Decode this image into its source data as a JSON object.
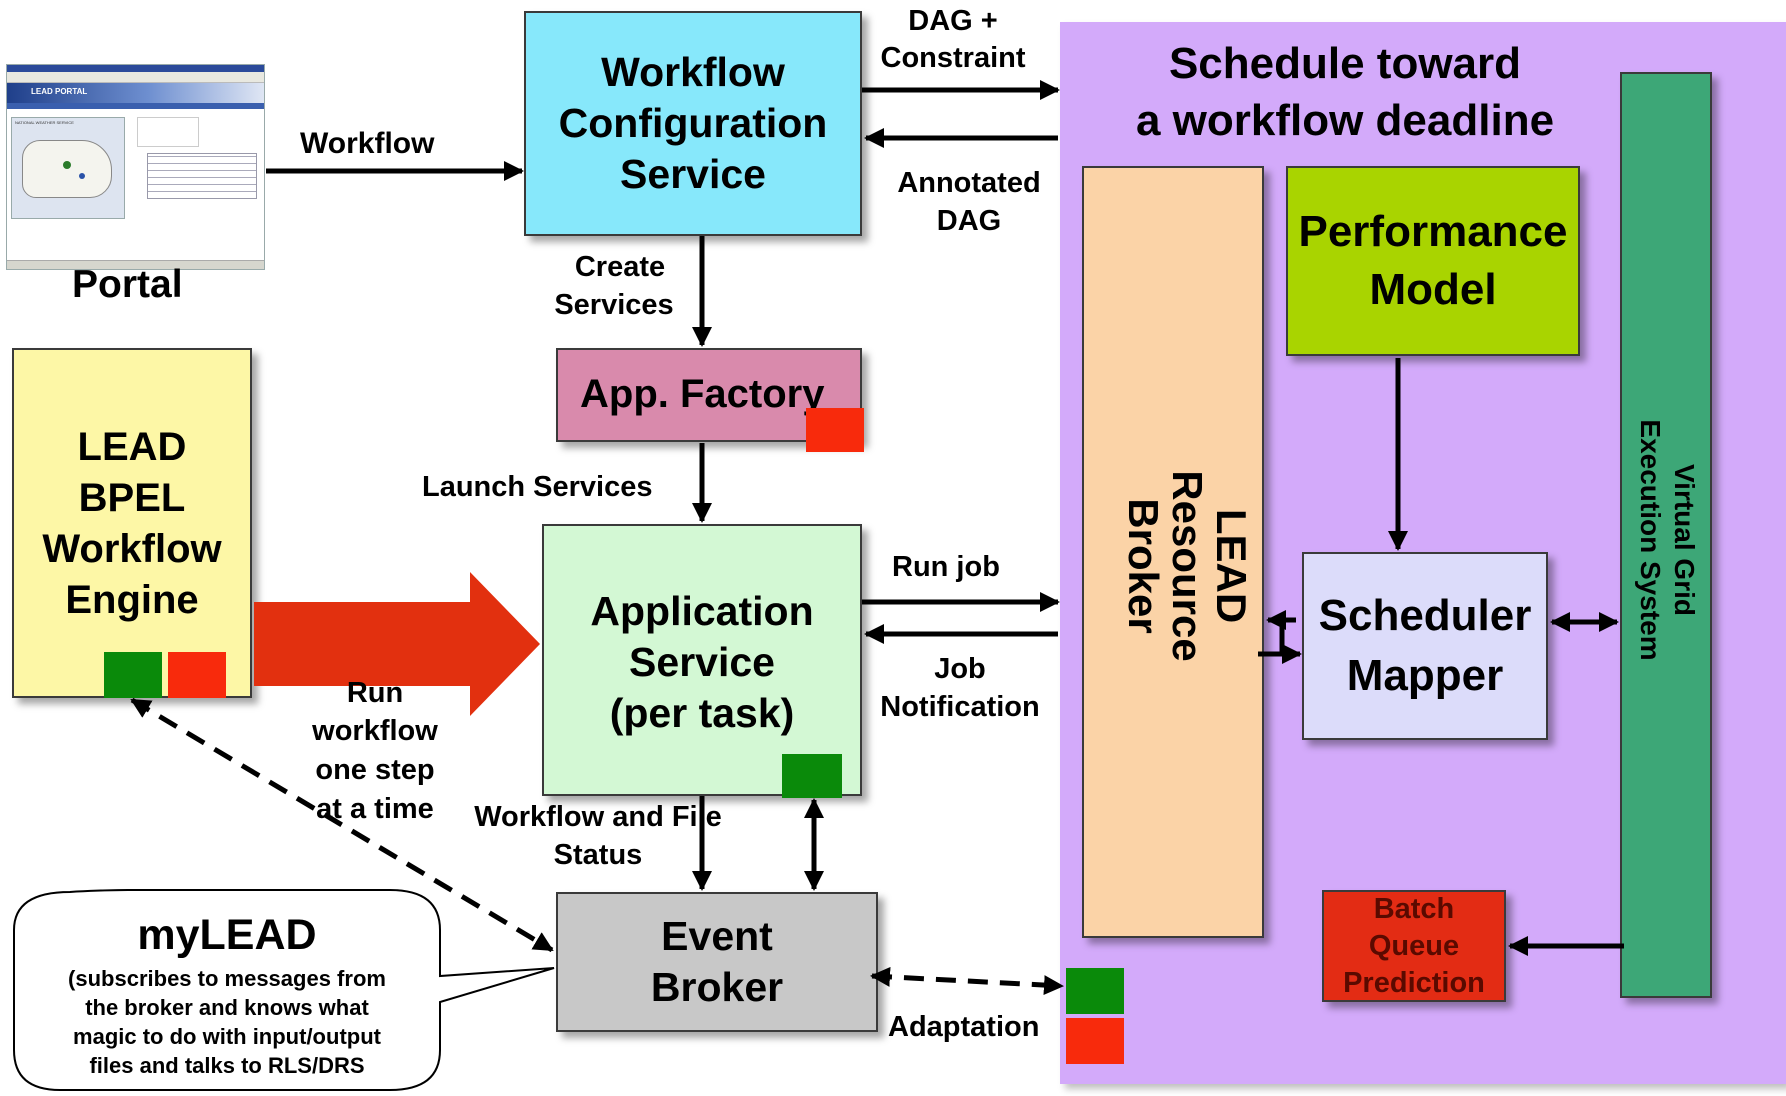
{
  "portal": {
    "label": "Portal",
    "screenshot_title": "LEAD PORTAL",
    "map_title": "NATIONAL WEATHER SERVICE"
  },
  "workflow_config": {
    "title_lines": [
      "Workflow",
      "Configuration",
      "Service"
    ]
  },
  "app_factory": {
    "title": "App. Factory"
  },
  "bpel_engine": {
    "title_lines": [
      "LEAD",
      "BPEL",
      "Workflow",
      "Engine"
    ]
  },
  "app_service": {
    "title_lines": [
      "Application",
      "Service",
      "(per task)"
    ]
  },
  "event_broker": {
    "title_lines": [
      "Event",
      "Broker"
    ]
  },
  "mylead": {
    "title": "myLEAD",
    "description_lines": [
      "(subscribes to messages from",
      "the broker and knows what",
      "magic to do with input/output",
      "files and talks to RLS/DRS"
    ]
  },
  "schedule_panel": {
    "title_lines": [
      "Schedule toward",
      "a workflow deadline"
    ],
    "resource_broker_lines": [
      "LEAD",
      "Resource",
      "Broker"
    ],
    "performance_model_lines": [
      "Performance",
      "Model"
    ],
    "scheduler_mapper_lines": [
      "Scheduler",
      "Mapper"
    ],
    "virtual_grid_lines": [
      "Virtual Grid",
      "Execution System"
    ],
    "batch_queue_lines": [
      "Batch",
      "Queue",
      "Prediction"
    ]
  },
  "edge_labels": {
    "workflow": "Workflow",
    "dag_constraint": [
      "DAG +",
      "Constraint"
    ],
    "annotated_dag": [
      "Annotated",
      "DAG"
    ],
    "create_services": [
      "Create",
      "Services"
    ],
    "launch_services": "Launch Services",
    "run_job": "Run job",
    "job_notification": [
      "Job",
      "Notification"
    ],
    "run_workflow": [
      "Run",
      "workflow",
      "one step",
      "at a time"
    ],
    "workflow_file_status": [
      "Workflow and File",
      "Status"
    ],
    "adaptation": "Adaptation"
  },
  "colors": {
    "workflow_config": "#87e8fb",
    "app_factory": "#d98aac",
    "bpel_engine": "#fdf7a6",
    "app_service": "#d3f8d4",
    "event_broker": "#c8c8c8",
    "schedule_panel": "#d3aafa",
    "resource_broker": "#fbd3a7",
    "performance_model": "#a9d400",
    "scheduler_mapper": "#dcdcfa",
    "virtual_grid": "#3da777",
    "batch_queue": "#e32c14",
    "status_green": "#0a8a0a",
    "status_red": "#f82a0c",
    "big_arrow": "#e2300f"
  }
}
